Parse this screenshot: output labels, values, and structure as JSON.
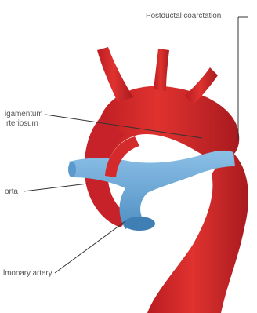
{
  "labels": {
    "postductal": "Postductal coarctation",
    "ligamentum_line1": "igamentum",
    "ligamentum_line2": "rteriosum",
    "aorta": "orta",
    "pulmonary": "lmonary artery"
  },
  "colors": {
    "aorta_red": "#d8262b",
    "aorta_shadow": "#a71a1f",
    "pulmonary_blue": "#6aa8d6",
    "pulmonary_shadow": "#3f7fb3",
    "leader_line": "#333333",
    "label_text": "#555555"
  }
}
